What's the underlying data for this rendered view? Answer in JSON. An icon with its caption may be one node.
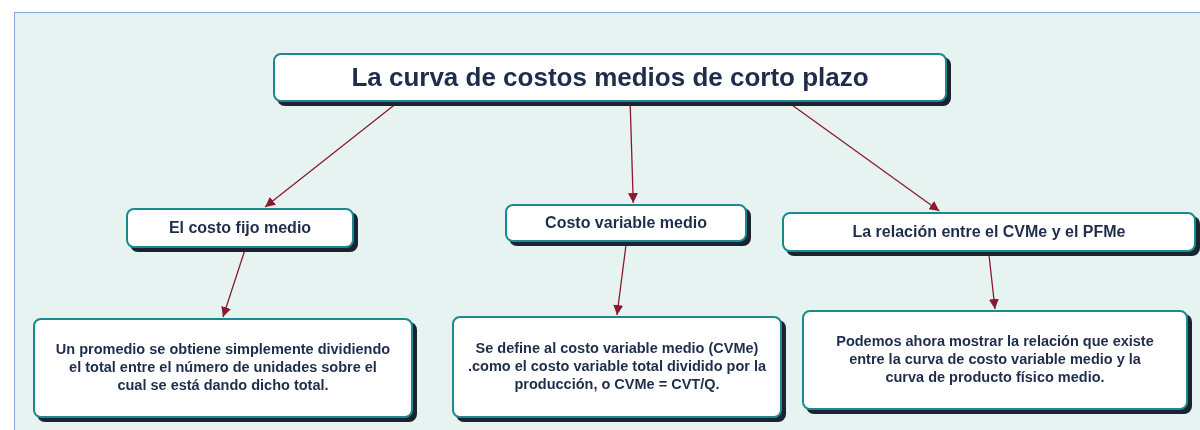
{
  "diagram": {
    "nodes": [
      {
        "text": [
          "La curva de costos medios de corto plazo"
        ]
      },
      {
        "text": [
          "El costo fijo medio"
        ]
      },
      {
        "text": [
          "Costo variable medio"
        ]
      },
      {
        "text": [
          "La relación entre el CVMe y el PFMe"
        ]
      },
      {
        "text": [
          "Un promedio se obtiene simplemente dividiendo el total entre el número de unidades sobre el cual se está dando dicho total."
        ]
      },
      {
        "text": [
          "Se define al costo variable medio (CVMe) .como el costo variable total dividido por la producción, o CVMe = CVT/Q."
        ]
      },
      {
        "text": [
          "Podemos ahora mostrar la relación que existe entre la curva de costo variable medio y la curva de producto físico medio."
        ]
      }
    ],
    "edges": [
      {
        "from": 0,
        "to": 1,
        "arrow": "to"
      },
      {
        "from": 0,
        "to": 2,
        "arrow": "to"
      },
      {
        "from": 0,
        "to": 3,
        "arrow": "to"
      },
      {
        "from": 1,
        "to": 4,
        "arrow": "to"
      },
      {
        "from": 2,
        "to": 5,
        "arrow": "to"
      },
      {
        "from": 3,
        "to": 6,
        "arrow": "to"
      }
    ]
  }
}
